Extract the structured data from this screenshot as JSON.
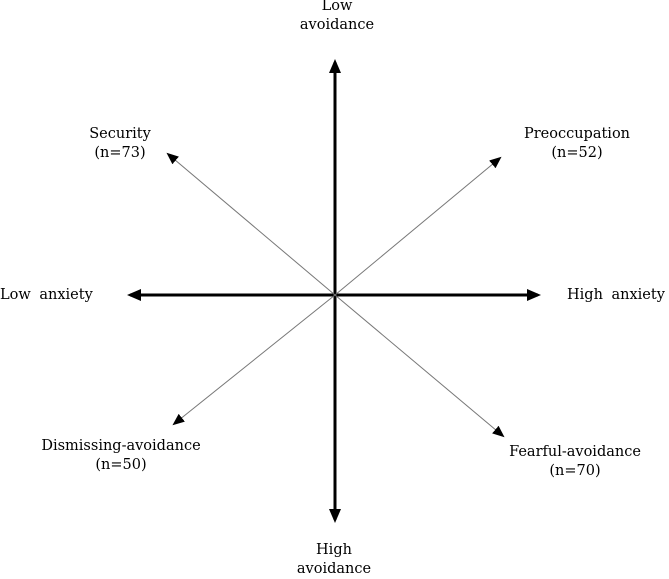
{
  "labels": {
    "top": [
      "Low",
      "avoidance"
    ],
    "bottom": [
      "High",
      "avoidance"
    ],
    "left": "Low  anxiety",
    "right": "High  anxiety",
    "upper_left": [
      "Security",
      "(n=73)"
    ],
    "upper_right": [
      "Preoccupation",
      "(n=52)"
    ],
    "lower_left": [
      "Dismissing-avoidance",
      "(n=50)"
    ],
    "lower_right": [
      "Fearful-avoidance",
      "(n=70)"
    ]
  },
  "colors": {
    "main_axis": "#000000",
    "diagonal": "#777777",
    "text": "#000000"
  }
}
